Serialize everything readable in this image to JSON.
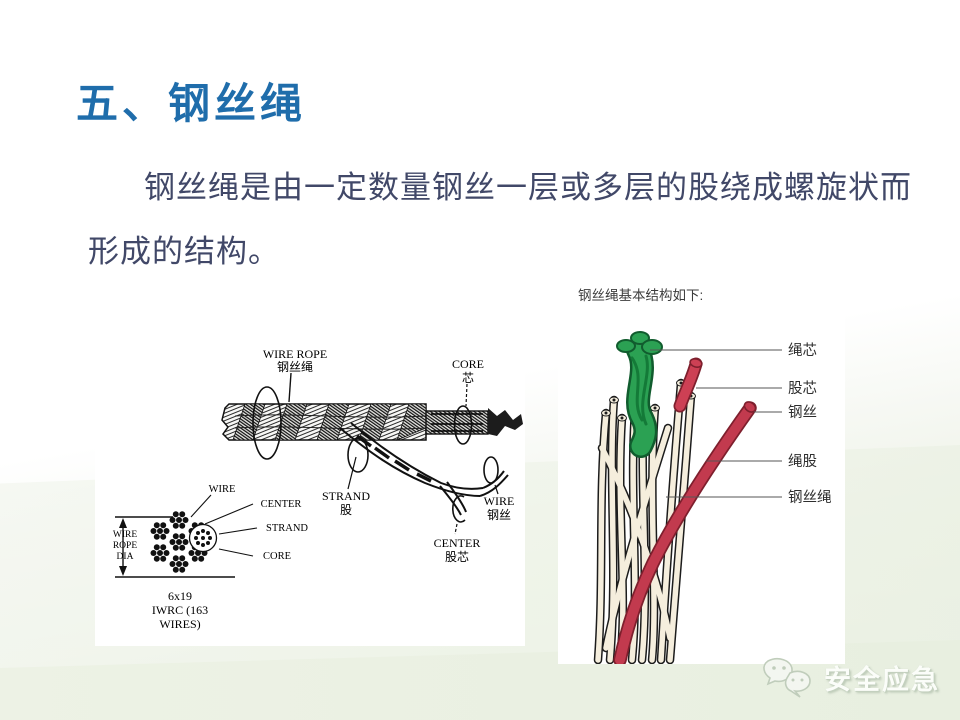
{
  "slide": {
    "title": "五、钢丝绳",
    "body_line1": "钢丝绳是由一定数量钢丝一层或多层的股绕成螺旋状而",
    "body_line2": "形成的结构。",
    "colors": {
      "title_blue": "#1f6dab",
      "body_navy": "#414868",
      "core_green": "#2ba153",
      "strand_red": "#c23a4e",
      "bg_green": "#e7eee0"
    }
  },
  "figure_left": {
    "labels": {
      "wire_rope_en": "WIRE ROPE",
      "wire_rope_zh": "钢丝绳",
      "core_en": "CORE",
      "core_zh": "芯",
      "strand_en": "STRAND",
      "strand_zh": "股",
      "wire_en": "WIRE",
      "wire_zh": "钢丝",
      "center_en": "CENTER",
      "center_zh": "股芯",
      "cs_wire": "WIRE",
      "cs_center": "CENTER",
      "cs_strand": "STRAND",
      "cs_core": "CORE",
      "dia_line1": "WIRE",
      "dia_line2": "ROPE",
      "dia_line3": "DIA",
      "caption_line1": "6x19",
      "caption_line2": "IWRC (163",
      "caption_line3": "WIRES)"
    }
  },
  "figure_right": {
    "title": "钢丝绳基本结构如下:",
    "labels": [
      "绳芯",
      "股芯",
      "钢丝",
      "绳股",
      "钢丝绳"
    ]
  },
  "footer": {
    "brand": "安全应急"
  }
}
